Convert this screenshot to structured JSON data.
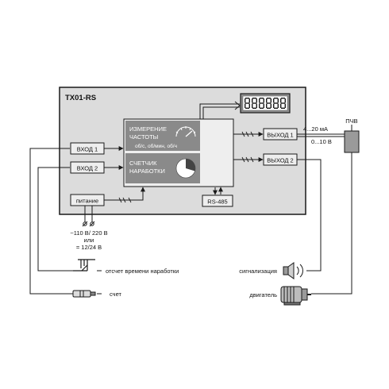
{
  "device": {
    "title": "ТХ01-RS",
    "digits": [
      "8",
      "8",
      "8",
      "8",
      "8",
      "8"
    ]
  },
  "blocks": {
    "input1": "ВХОД 1",
    "input2": "ВХОД 2",
    "power": "питание",
    "freq_line1": "ИЗМЕРЕНИЕ",
    "freq_line2": "ЧАСТОТЫ",
    "freq_units": "об/с, об/мин, об/ч",
    "counter_line1": "СЧЕТЧИК",
    "counter_line2": "НАРАБОТКИ",
    "output1": "ВЫХОД 1",
    "output2": "ВЫХОД 2",
    "rs485": "RS-485"
  },
  "labels": {
    "supply_line1": "~110 В/ 220 В",
    "supply_line2": "или",
    "supply_line3": "= 12/24 В",
    "runtime_count": "отсчет времени наработки",
    "count": "счет",
    "pchv": "ПЧВ",
    "current_range": "4...20 мА",
    "voltage_range": "0...10 В",
    "signaling": "сигнализация",
    "motor": "двигатель"
  },
  "colors": {
    "device_fill": "#dcdcdc",
    "block_fill": "#eeeeee",
    "panel_fill": "#8a8a8a",
    "display_fill": "#8f8f8f",
    "line": "#1a1a1a"
  }
}
